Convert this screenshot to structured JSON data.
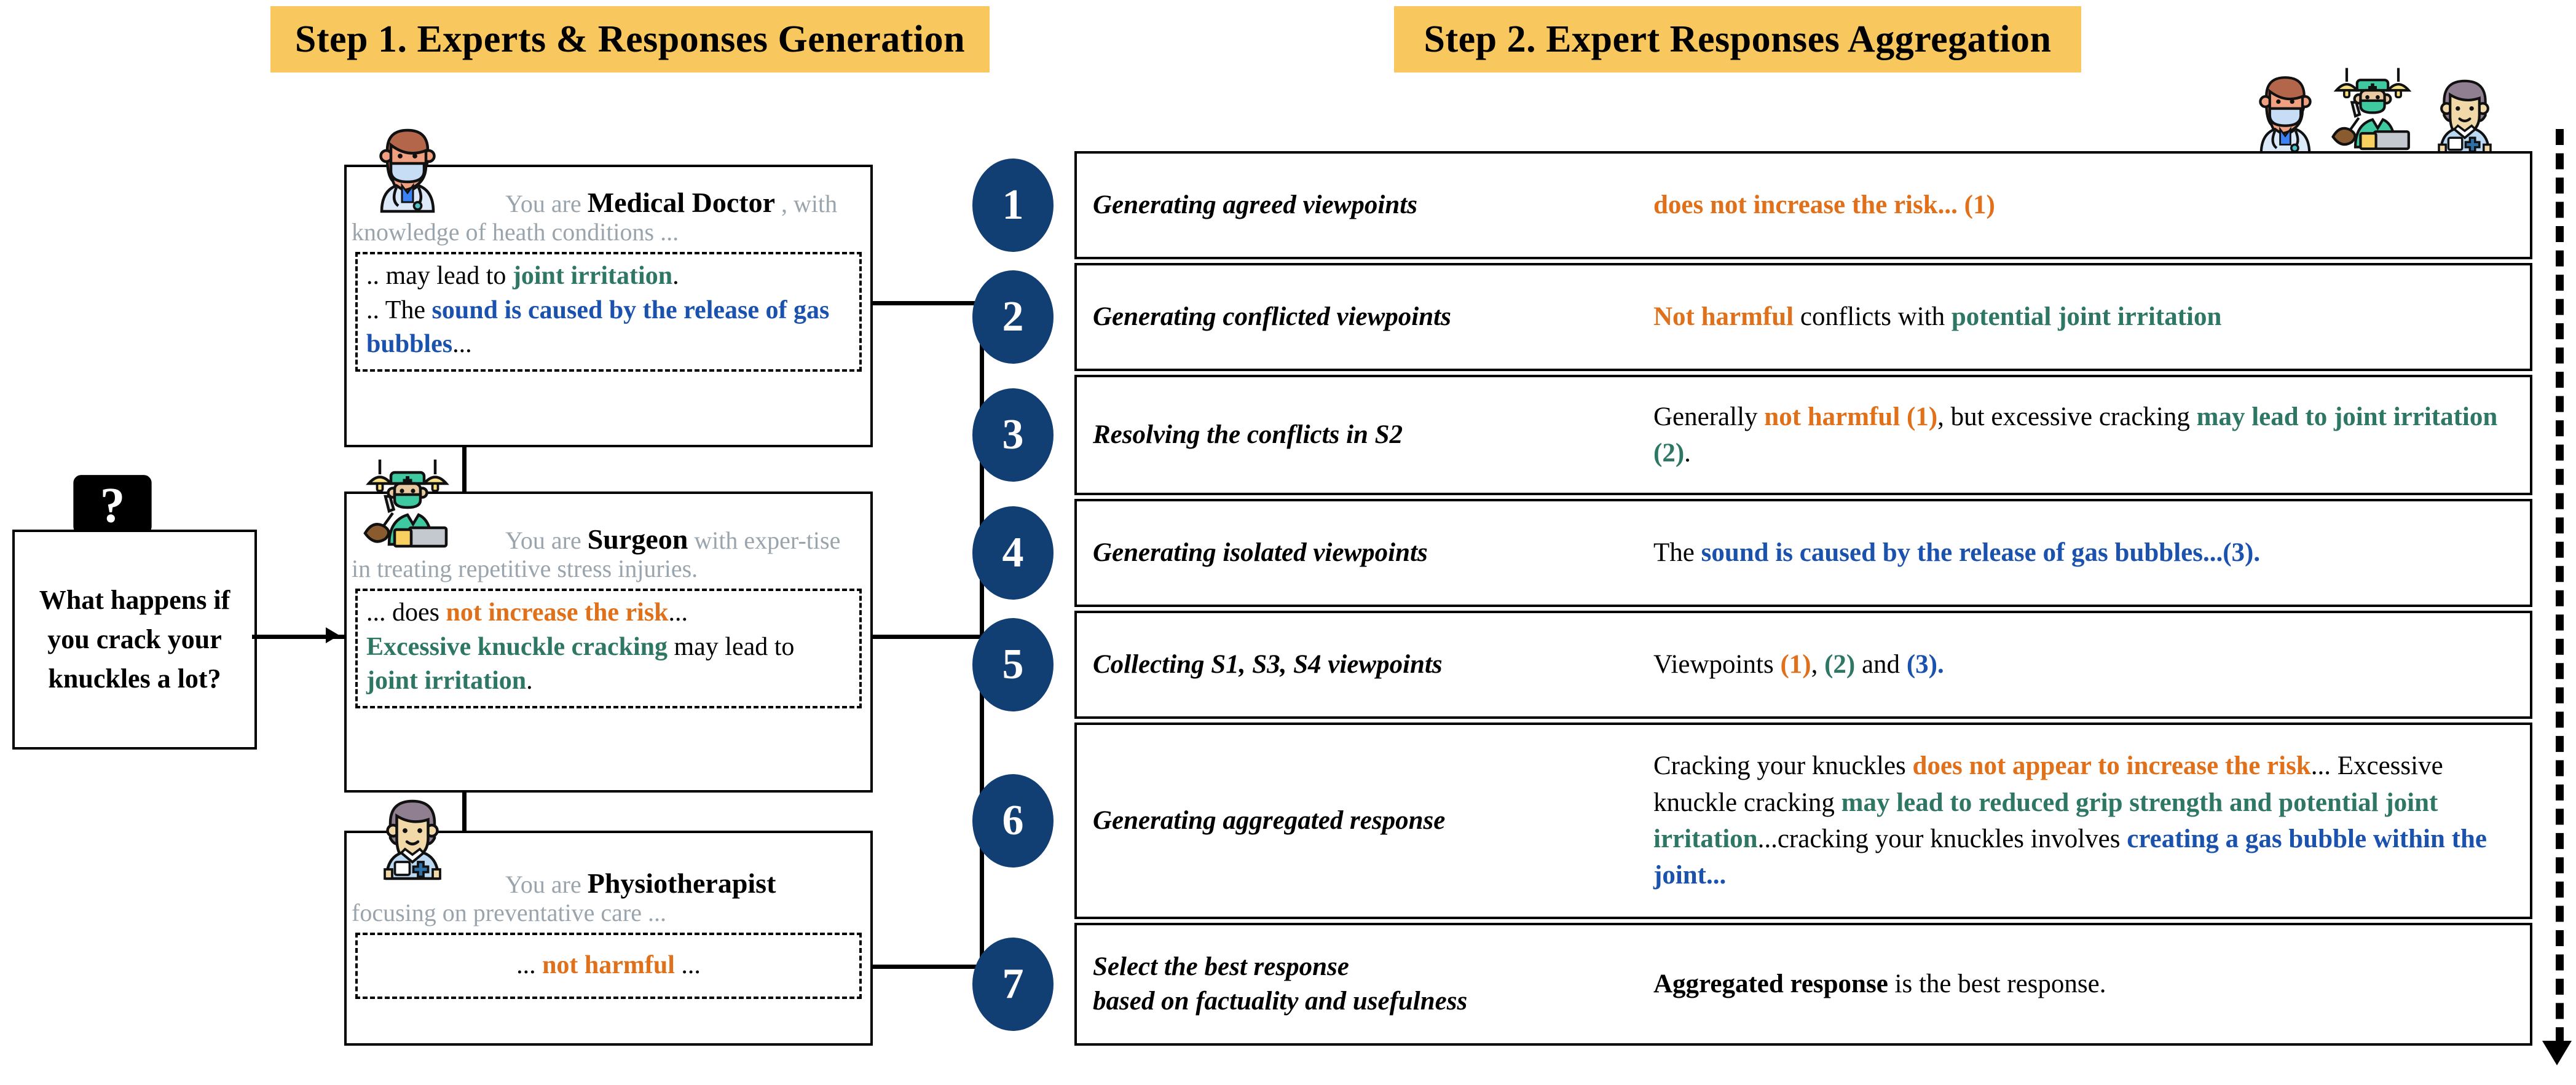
{
  "banners": {
    "step1": "Step 1. Experts & Responses Generation",
    "step2": "Step 2. Expert Responses Aggregation"
  },
  "question": {
    "icon": "question-mark-bubble",
    "text": "What happens if you crack your knuckles a lot?"
  },
  "experts": [
    {
      "avatar": "medical-doctor-avatar",
      "persona_prefix": "You are ",
      "role": "Medical Doctor",
      "persona_suffix": " , with knowledge of heath conditions ...",
      "response_parts": [
        {
          "text": ".. may lead to ",
          "color": "black"
        },
        {
          "text": "joint irritation",
          "color": "green"
        },
        {
          "text": ".",
          "color": "black"
        },
        {
          "text": " .. The ",
          "color": "black"
        },
        {
          "text": "sound is caused by the release of gas bubbles",
          "color": "blue"
        },
        {
          "text": "...",
          "color": "black"
        }
      ]
    },
    {
      "avatar": "surgeon-avatar",
      "persona_prefix": "You are ",
      "role": "Surgeon",
      "persona_suffix": " with exper-tise in treating repetitive stress injuries.",
      "response_parts": [
        {
          "text": "... does ",
          "color": "black"
        },
        {
          "text": "not increase the risk",
          "color": "orange"
        },
        {
          "text": "... ",
          "color": "black"
        },
        {
          "text": "Excessive knuckle cracking",
          "color": "green"
        },
        {
          "text": " may lead to ",
          "color": "black"
        },
        {
          "text": "joint irritation",
          "color": "green"
        },
        {
          "text": ".",
          "color": "black"
        }
      ]
    },
    {
      "avatar": "physiotherapist-avatar",
      "persona_prefix": "You are ",
      "role": "Physiotherapist",
      "persona_suffix": " focusing on preventative care ...",
      "response_parts": [
        {
          "text": "... ",
          "color": "black"
        },
        {
          "text": "not harmful",
          "color": "orange"
        },
        {
          "text": " ...",
          "color": "black"
        }
      ]
    }
  ],
  "top_right_avatars": [
    "medical-doctor-avatar",
    "surgeon-avatar",
    "physiotherapist-avatar"
  ],
  "steps": [
    {
      "number": "1",
      "label": "Generating agreed viewpoints",
      "body_parts": [
        {
          "text": "does not increase the risk... (1)",
          "color": "orange"
        }
      ]
    },
    {
      "number": "2",
      "label": "Generating conflicted viewpoints",
      "body_parts": [
        {
          "text": "Not harmful",
          "color": "orange"
        },
        {
          "text": " conflicts with ",
          "color": "black"
        },
        {
          "text": "potential joint irritation",
          "color": "green"
        }
      ]
    },
    {
      "number": "3",
      "label": "Resolving the conflicts in S2",
      "body_parts": [
        {
          "text": "Generally ",
          "color": "black"
        },
        {
          "text": "not harmful (1)",
          "color": "orange"
        },
        {
          "text": ", but excessive cracking ",
          "color": "black"
        },
        {
          "text": "may lead to joint irritation (2)",
          "color": "green"
        },
        {
          "text": ".",
          "color": "black"
        }
      ]
    },
    {
      "number": "4",
      "label": "Generating isolated viewpoints",
      "body_parts": [
        {
          "text": "The ",
          "color": "black"
        },
        {
          "text": "sound is caused by the release of gas bubbles...(3).",
          "color": "blue"
        }
      ]
    },
    {
      "number": "5",
      "label": "Collecting S1, S3, S4 viewpoints",
      "body_parts": [
        {
          "text": "Viewpoints ",
          "color": "black"
        },
        {
          "text": "(1)",
          "color": "orange"
        },
        {
          "text": ", ",
          "color": "black"
        },
        {
          "text": "(2)",
          "color": "green"
        },
        {
          "text": " and ",
          "color": "black"
        },
        {
          "text": "(3).",
          "color": "blue"
        }
      ]
    },
    {
      "number": "6",
      "label": "Generating aggregated response",
      "body_parts": [
        {
          "text": "Cracking your knuckles ",
          "color": "black"
        },
        {
          "text": "does not appear to increase the risk",
          "color": "orange"
        },
        {
          "text": "... Excessive knuckle cracking ",
          "color": "black"
        },
        {
          "text": "may lead to reduced grip strength and potential joint irritation",
          "color": "green"
        },
        {
          "text": "...cracking your knuckles involves ",
          "color": "black"
        },
        {
          "text": "creating a gas bubble within the joint...",
          "color": "blue"
        }
      ]
    },
    {
      "number": "7",
      "label": "Select the best response based on factuality and usefulness",
      "body_parts": [
        {
          "text": "Aggregated response",
          "color": "black-bold"
        },
        {
          "text": " is the best response.",
          "color": "black"
        }
      ]
    }
  ],
  "colors": {
    "banner": "#F8C75E",
    "bullet": "#123F73",
    "orange": "#E1701A",
    "green": "#2E7765",
    "blue": "#1B52AE",
    "persona_gray": "#9AA4AD"
  }
}
